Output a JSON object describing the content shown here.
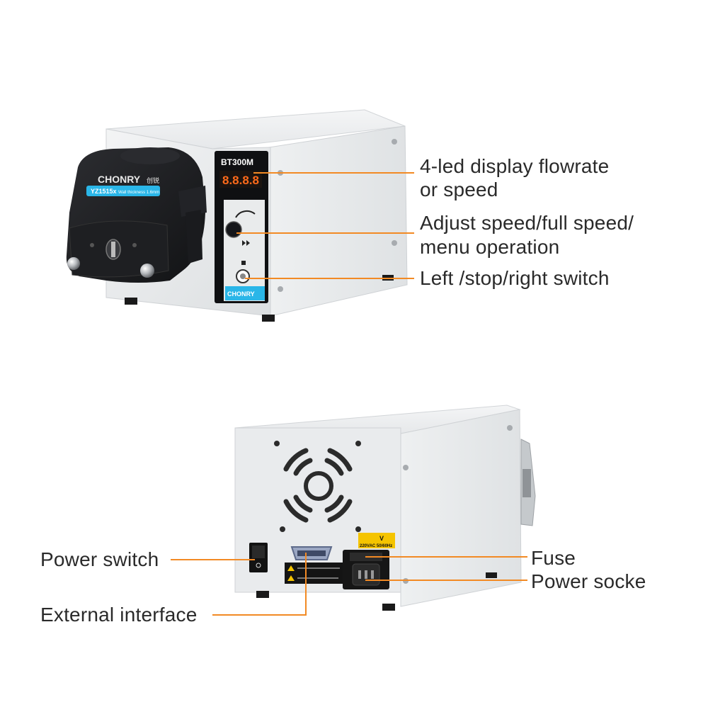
{
  "front_view": {
    "brand": "CHONRY",
    "brand_cn": "创锐",
    "model": "BT300M",
    "display_readout": "8.8.8.8",
    "pump_head_tag_code": "YZ1515x",
    "pump_head_tag_text": "Wall thickness 1.6mm",
    "callouts": {
      "display_line1": "4-led display flowrate",
      "display_line2": "or speed",
      "knob_line1": "Adjust speed/full speed/",
      "knob_line2": "menu operation",
      "switch": "Left /stop/right switch"
    }
  },
  "rear_view": {
    "voltage_symbol": "V",
    "voltage_label": "220VAC 50/60Hz",
    "callouts": {
      "power_switch": "Power switch",
      "external_interface": "External interface",
      "fuse": "Fuse",
      "power_socket": "Power socke"
    }
  },
  "colors": {
    "leader_line": "#f28a24",
    "cabinet": "#eceef0",
    "pump_head": "#1c1d20",
    "tag_blue": "#2ab6e8",
    "led": "#ff6a1a"
  }
}
